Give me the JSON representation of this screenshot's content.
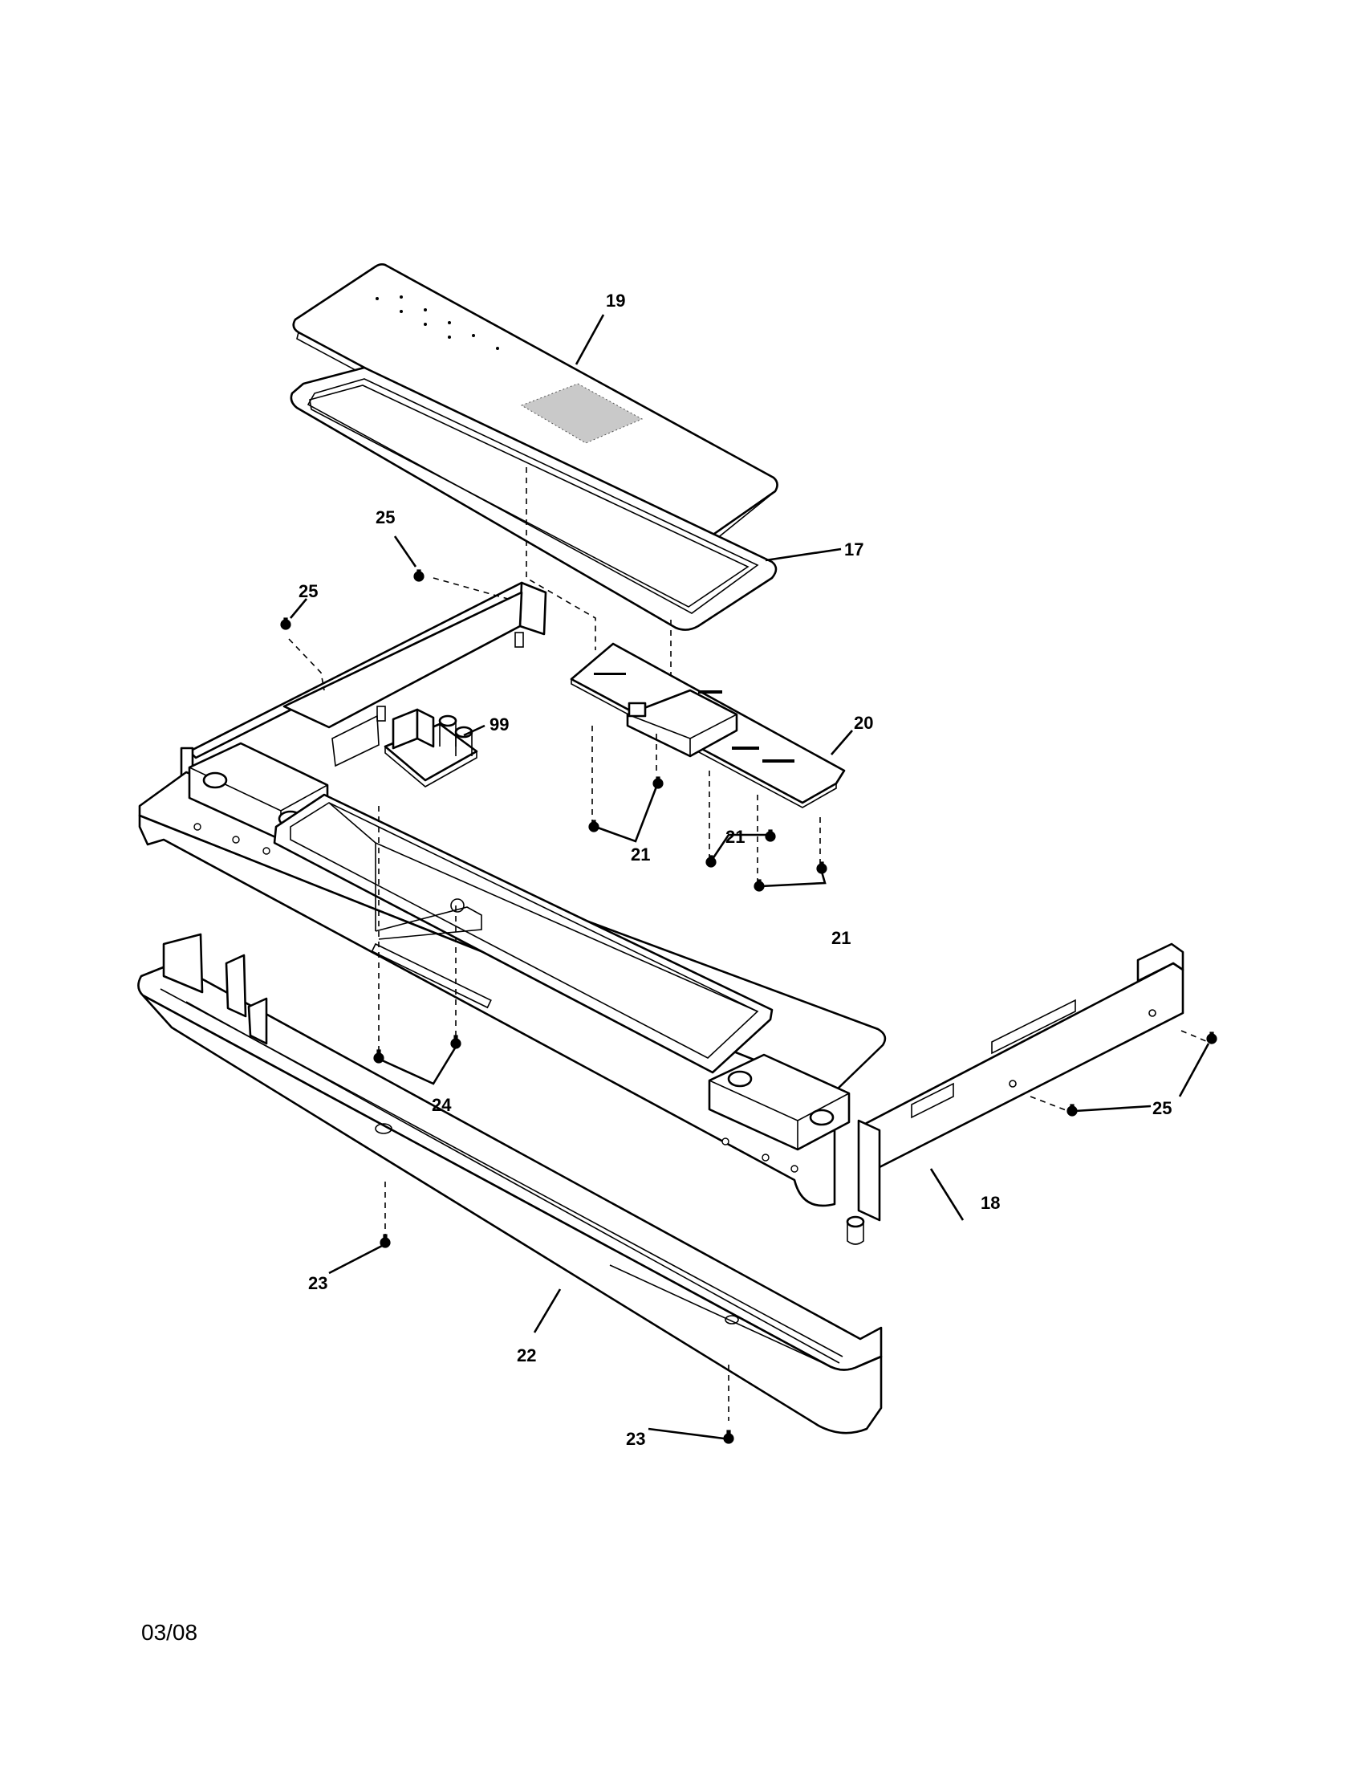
{
  "callouts": {
    "c19": "19",
    "c17": "17",
    "c25a": "25",
    "c25b": "25",
    "c25c": "25",
    "c99": "99",
    "c20": "20",
    "c21a": "21",
    "c21b": "21",
    "c21c": "21",
    "c24": "24",
    "c18": "18",
    "c23a": "23",
    "c22": "22",
    "c23b": "23"
  },
  "footer": {
    "date_code": "03/08"
  }
}
